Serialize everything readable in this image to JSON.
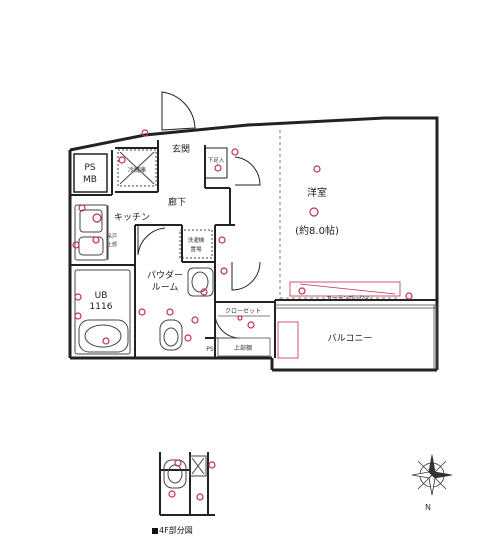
{
  "floor_plan": {
    "rooms": {
      "ps_mb": {
        "line1": "PS",
        "line2": "MB"
      },
      "entrance": "玄関",
      "hallway": "廊下",
      "kitchen": "キッチン",
      "powder_room": {
        "line1": "パウダー",
        "line2": "ルーム"
      },
      "unit_bath": {
        "line1": "UB",
        "line2": "1116"
      },
      "western_room": {
        "line1": "洋室",
        "line2": "(約8.0帖)"
      },
      "balcony": "バルコニー",
      "closet": "クローゼット",
      "ps": "PS",
      "curtain_box": "カーテンボックス",
      "upper_closet": "上部棚",
      "shoe_box": "下足入",
      "refrigerator": "冷蔵庫",
      "laundry": {
        "line1": "洗濯機",
        "line2": "置場"
      },
      "upper_cabinet": {
        "line1": "吊戸",
        "line2": "上部"
      }
    },
    "partial_caption": "4F部分図",
    "compass": "N"
  },
  "colors": {
    "wall": "#222222",
    "outlet": "#c0304a",
    "dashed": "#555555",
    "fixture": "#888888"
  }
}
